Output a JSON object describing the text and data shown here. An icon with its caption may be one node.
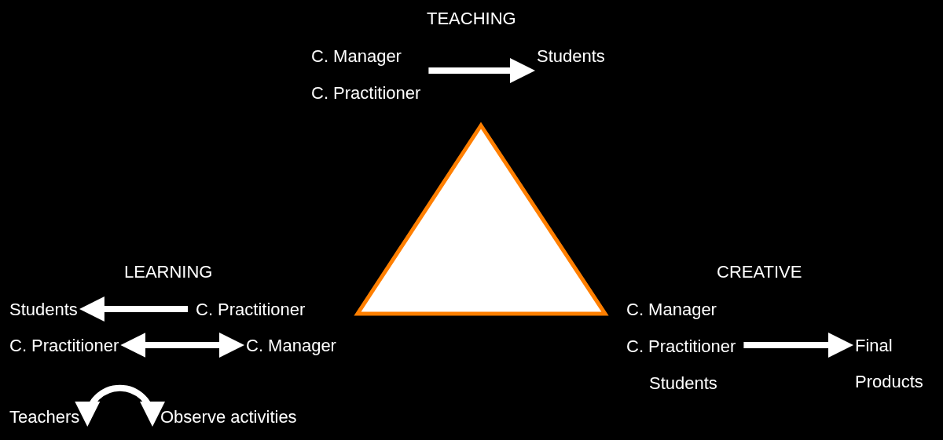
{
  "diagram": {
    "nodes": [
      {
        "text": [
          "C. Manager",
          "C. Practitioner"
        ]
      },
      {
        "text": [
          "Students"
        ]
      },
      {
        "text": [],
        "shape": "triangle"
      },
      {
        "text": [
          "Students"
        ]
      },
      {
        "text": [
          "C. Practitioner"
        ]
      },
      {
        "text": [
          "C. Practitioner"
        ]
      },
      {
        "text": [
          "C. Manager"
        ]
      },
      {
        "text": [
          "Teachers"
        ]
      },
      {
        "text": [
          "Observe activities"
        ]
      },
      {
        "text": [
          "C. Manager",
          "C. Practitioner",
          "Students"
        ]
      },
      {
        "text": [
          "Final Products"
        ]
      }
    ],
    "edges": [
      {
        "from": 0,
        "to": 1,
        "arrow": "to"
      },
      {
        "from": 4,
        "to": 3,
        "arrow": "to"
      },
      {
        "from": 5,
        "to": 6,
        "arrow": "both"
      },
      {
        "from": 7,
        "to": 8,
        "arrow": "both"
      },
      {
        "from": 9,
        "to": 10,
        "arrow": "to"
      }
    ],
    "labels": [
      "TEACHING",
      "LEARNING",
      "CREATIVE"
    ]
  }
}
